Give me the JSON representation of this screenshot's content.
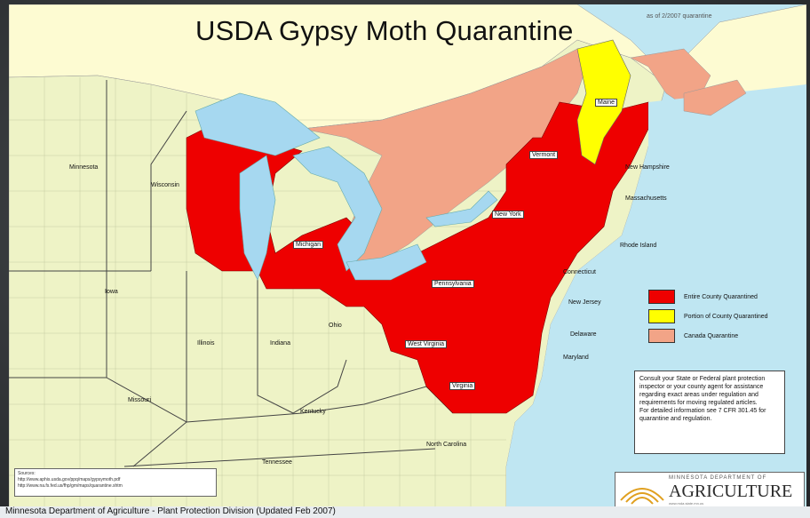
{
  "title": "USDA Gypsy Moth Quarantine",
  "corner_note": "as of 2/2007 quarantine",
  "states": {
    "minnesota": "Minnesota",
    "wisconsin": "Wisconsin",
    "michigan": "Michigan",
    "iowa": "Iowa",
    "illinois": "Illinois",
    "indiana": "Indiana",
    "ohio": "Ohio",
    "missouri": "Missouri",
    "kentucky": "Kentucky",
    "tennessee": "Tennessee",
    "north_carolina": "North Carolina",
    "virginia": "Virginia",
    "west_virginia": "West Virginia",
    "pennsylvania": "Pennsylvania",
    "new_york": "New York",
    "vermont": "Vermont",
    "new_hampshire": "New Hampshire",
    "maine": "Maine",
    "massachusetts": "Massachusetts",
    "rhode_island": "Rhode Island",
    "connecticut": "Connecticut",
    "new_jersey": "New Jersey",
    "delaware": "Delaware",
    "maryland": "Maryland"
  },
  "legend": {
    "items": [
      {
        "label": "Entire County Quarantined",
        "color": "#ee0000"
      },
      {
        "label": "Portion of County Quarantined",
        "color": "#ffff00"
      },
      {
        "label": "Canada Quarantine",
        "color": "#f2a487"
      }
    ]
  },
  "notice": {
    "line1": "Consult your State or Federal plant protection inspector or your county agent for assistance regarding exact areas under regulation and requirements for moving regulated articles.",
    "line2": "For detailed information see 7 CFR 301.45 for quarantine and regulation."
  },
  "sources": {
    "label": "Sources:",
    "line1": "http://www.aphis.usda.gov/ppq/maps/gypsymoth.pdf",
    "line2": "http://www.na.fs.fed.us/fhp/gm/maps/quarantine.shtm"
  },
  "logo": {
    "top": "MINNESOTA DEPARTMENT OF",
    "name": "AGRICULTURE",
    "sub": "www.mda.state.mn.us"
  },
  "footer": "Minnesota Department of Agriculture - Plant Protection Division (Updated Feb 2007)",
  "colors": {
    "water": "#bfe6f2",
    "lakes": "#a6d8f0",
    "land_us": "#eef3c6",
    "land_canada": "#fdfbd2",
    "quarantined": "#ee0000",
    "partial": "#ffff00",
    "canada_quarantine": "#f2a487"
  }
}
